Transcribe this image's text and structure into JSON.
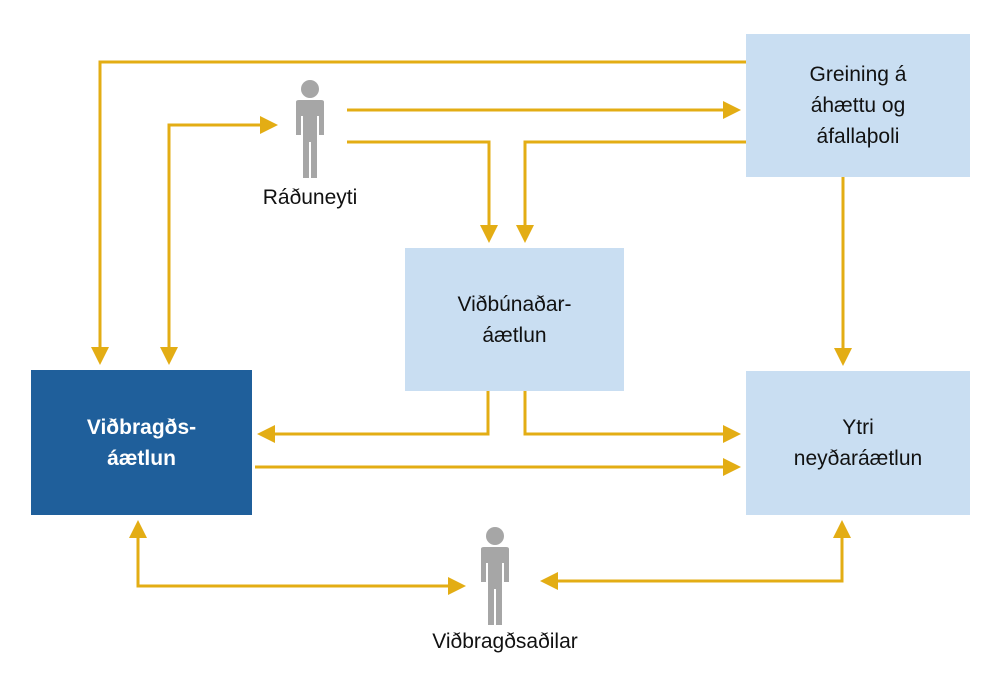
{
  "diagram": {
    "nodes": {
      "greining": {
        "label": "Greining á\náhættu og\náfallaþoli"
      },
      "vidbunadar": {
        "label": "Viðbúnaðar-\náætlun"
      },
      "vidbragds": {
        "label": "Viðbragðs-\náætlun"
      },
      "ytri": {
        "label": "Ytri\nneyðaráætlun"
      }
    },
    "actors": {
      "raduneyti": {
        "label": "Ráðuneyti",
        "icon": "person-icon"
      },
      "vidbragdsadilar": {
        "label": "Viðbragðsaðilar",
        "icon": "person-icon"
      }
    },
    "edges": [
      {
        "from": "greining",
        "to": "vidbragds"
      },
      {
        "from": "raduneyti",
        "to": "greining"
      },
      {
        "from": "raduneyti",
        "to": "vidbunadar"
      },
      {
        "from": "greining",
        "to": "vidbunadar"
      },
      {
        "from": "vidbragds",
        "to": "raduneyti",
        "bidirectional": true
      },
      {
        "from": "greining",
        "to": "ytri"
      },
      {
        "from": "vidbunadar",
        "to": "vidbragds"
      },
      {
        "from": "vidbunadar",
        "to": "ytri"
      },
      {
        "from": "vidbragds",
        "to": "ytri"
      },
      {
        "from": "vidbragds",
        "to": "vidbragdsadilar",
        "bidirectional": true
      },
      {
        "from": "ytri",
        "to": "vidbragdsadilar",
        "bidirectional": true
      }
    ],
    "colors": {
      "arrow": "#e3ad14",
      "light_box": "#c9def2",
      "dark_box": "#1f5f9b",
      "person": "#a6a6a6"
    }
  }
}
